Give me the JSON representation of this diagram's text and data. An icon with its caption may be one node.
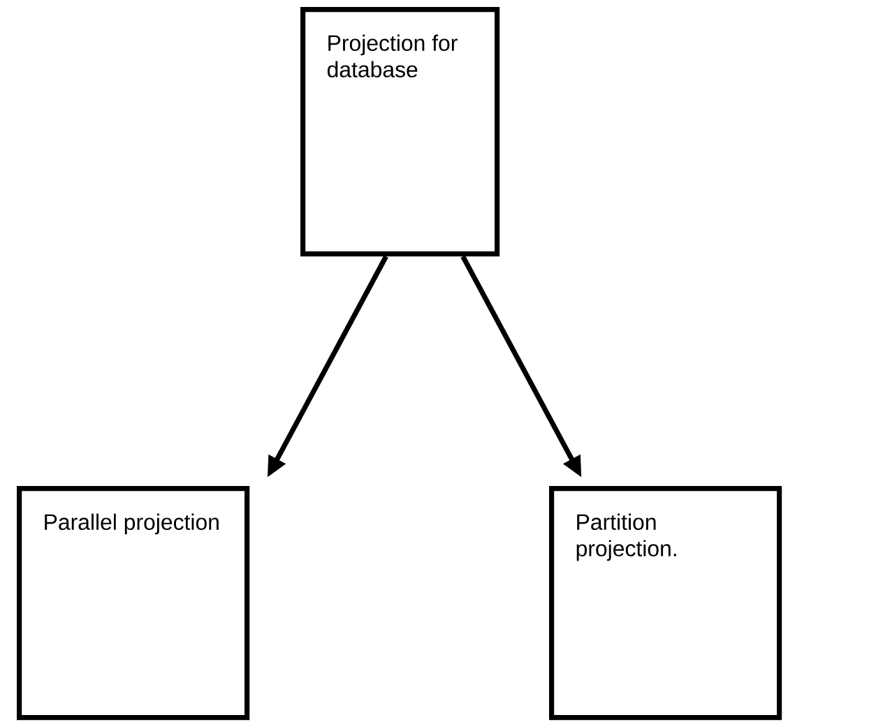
{
  "diagram": {
    "nodes": [
      {
        "text": [
          "Projection for database"
        ]
      },
      {
        "text": [
          "Parallel projection"
        ]
      },
      {
        "text": [
          "Partition projection."
        ]
      }
    ],
    "edges": [
      {
        "from": 0,
        "to": 1,
        "arrow": "to"
      },
      {
        "from": 0,
        "to": 2,
        "arrow": "to"
      }
    ]
  }
}
